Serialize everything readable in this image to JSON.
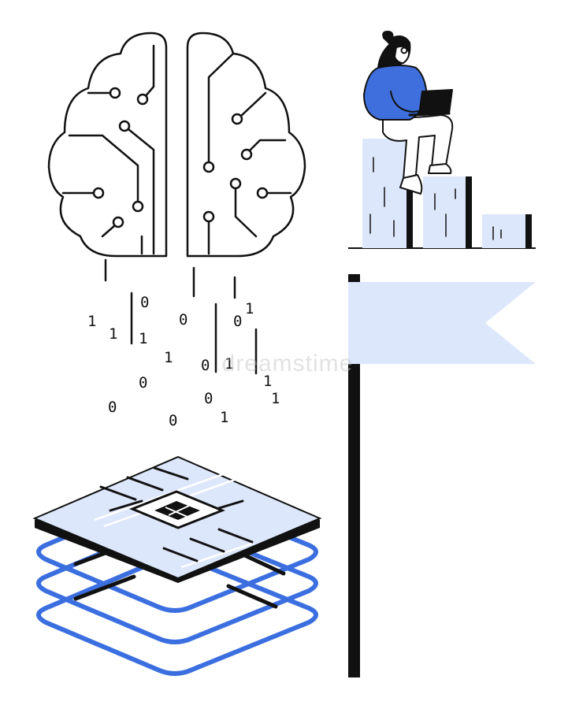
{
  "colors": {
    "ink": "#111111",
    "accent_blue": "#3b6fe0",
    "light_blue": "#dde7fb",
    "shirt_blue": "#3f6fdc",
    "background": "#ffffff"
  },
  "icons": [
    "brain-circuit-icon",
    "binary-data-stream",
    "person-with-laptop",
    "bar-chart-podium",
    "flag-icon",
    "layered-chip-stack-icon"
  ],
  "binary_stream": [
    "0",
    "1",
    "1",
    "0",
    "1",
    "0",
    "0",
    "1",
    "1",
    "1",
    "0",
    "1",
    "0",
    "0",
    "1",
    "0",
    "1"
  ],
  "watermark": "dreamstime"
}
